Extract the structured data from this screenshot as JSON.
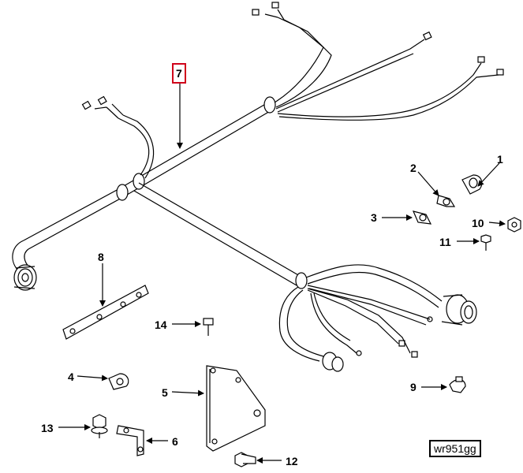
{
  "diagram": {
    "reference_code": "wr951gg",
    "highlighted_callout": "7",
    "highlight_color": "#d0021b",
    "callouts": [
      "1",
      "2",
      "3",
      "4",
      "5",
      "6",
      "7",
      "8",
      "9",
      "10",
      "11",
      "12",
      "13",
      "14"
    ],
    "parts": [
      {
        "id": "1",
        "name": "clamp-large-icon"
      },
      {
        "id": "2",
        "name": "clamp-small-icon"
      },
      {
        "id": "3",
        "name": "clamp-bracket-icon"
      },
      {
        "id": "4",
        "name": "hose-clip-icon"
      },
      {
        "id": "5",
        "name": "mounting-bracket-icon"
      },
      {
        "id": "6",
        "name": "angle-bracket-icon"
      },
      {
        "id": "7",
        "name": "wiring-harness-icon"
      },
      {
        "id": "8",
        "name": "strap-plate-icon"
      },
      {
        "id": "9",
        "name": "cable-tie-icon"
      },
      {
        "id": "10",
        "name": "nut-icon"
      },
      {
        "id": "11",
        "name": "screw-small-icon"
      },
      {
        "id": "12",
        "name": "bolt-icon"
      },
      {
        "id": "13",
        "name": "bolt-washer-icon"
      },
      {
        "id": "14",
        "name": "screw-icon"
      }
    ]
  }
}
